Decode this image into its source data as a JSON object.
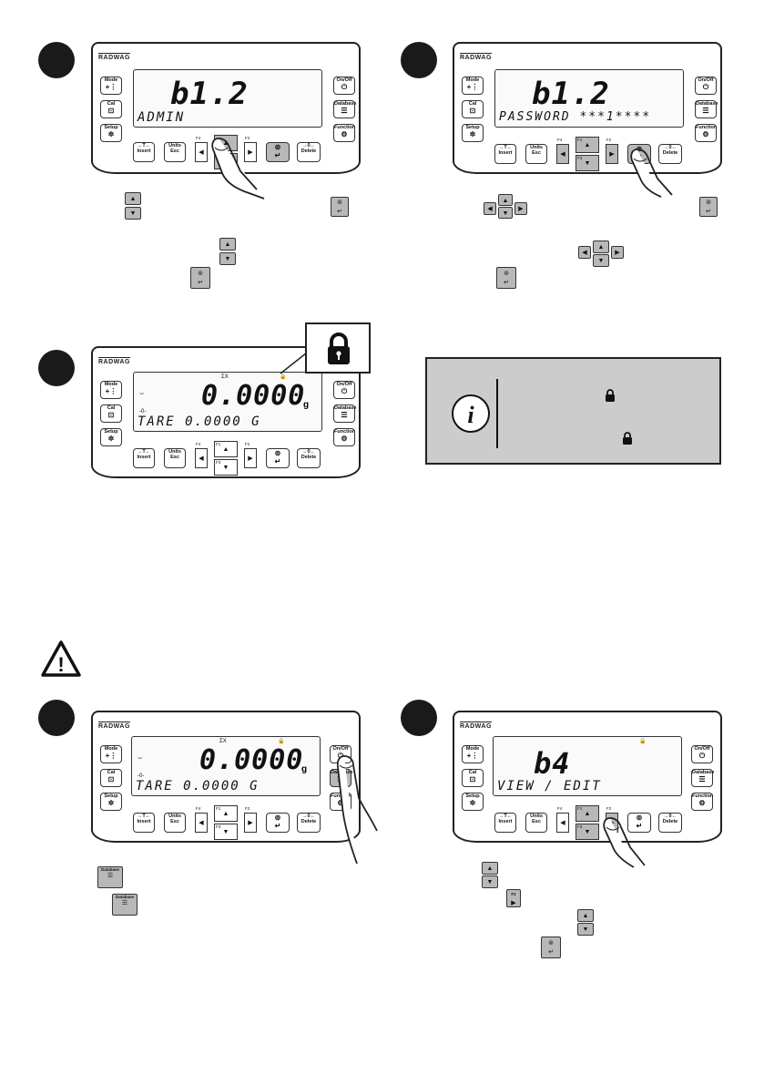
{
  "brand": "RADWAG",
  "panels": {
    "p1": {
      "display_big": "b1.2",
      "display_small": "ADMIN"
    },
    "p2": {
      "display_big": "b1.2",
      "display_small": "PASSWORD ***1****"
    },
    "p3": {
      "display_big": "0.0000",
      "display_small": "TARE 0.0000 G",
      "unit": "g",
      "sigma": "ΣΧ",
      "zero": "-0-"
    },
    "p4": {
      "display_big": "0.0000",
      "display_small": "TARE 0.0000 G",
      "unit": "g",
      "sigma": "ΣΧ",
      "zero": "-0-"
    },
    "p5": {
      "display_big": "b4",
      "display_small": "VIEW / EDIT"
    }
  },
  "keys": {
    "mode": "Mode",
    "cal": "Cal",
    "setup": "Setup",
    "onoff": "On/Off",
    "database": "Database",
    "function": "Function",
    "tare": "→T←",
    "insert": "Insert",
    "units": "Units",
    "esc": "Esc",
    "zero": "→0←",
    "delete": "Delete",
    "f1": "F1",
    "f2": "F2",
    "f3": "F3",
    "f4": "F4"
  },
  "icons": {
    "lock": "padlock-icon",
    "info": "i",
    "warning": "!"
  }
}
